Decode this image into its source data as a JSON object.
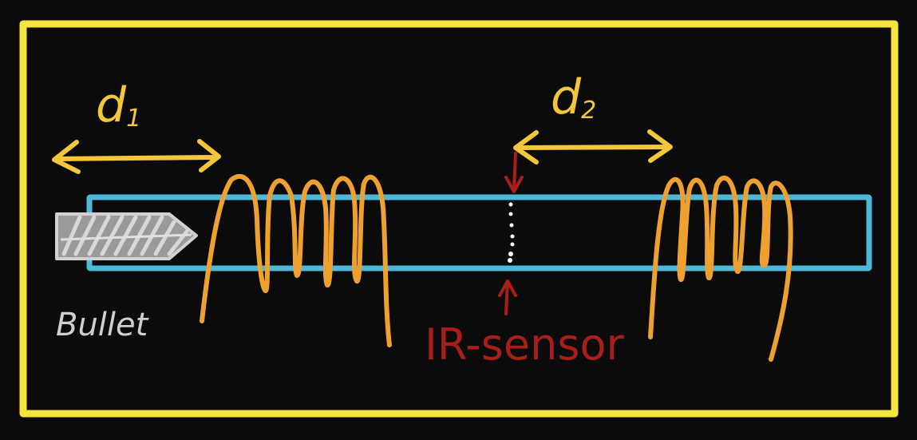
{
  "colors": {
    "background": "#0b0b0b",
    "frame": "#f6e53c",
    "barrel": "#4fb8d8",
    "coil": "#eea131",
    "distance_arrow": "#f4c63a",
    "bullet": "#cfcfcf",
    "sensor_label": "#a81e18",
    "sensor_beam": "#ffffff"
  },
  "labels": {
    "d1_main": "d",
    "d1_sub": "1",
    "d2_main": "d",
    "d2_sub": "2",
    "bullet": "Bullet",
    "sensor": "IR-sensor"
  }
}
